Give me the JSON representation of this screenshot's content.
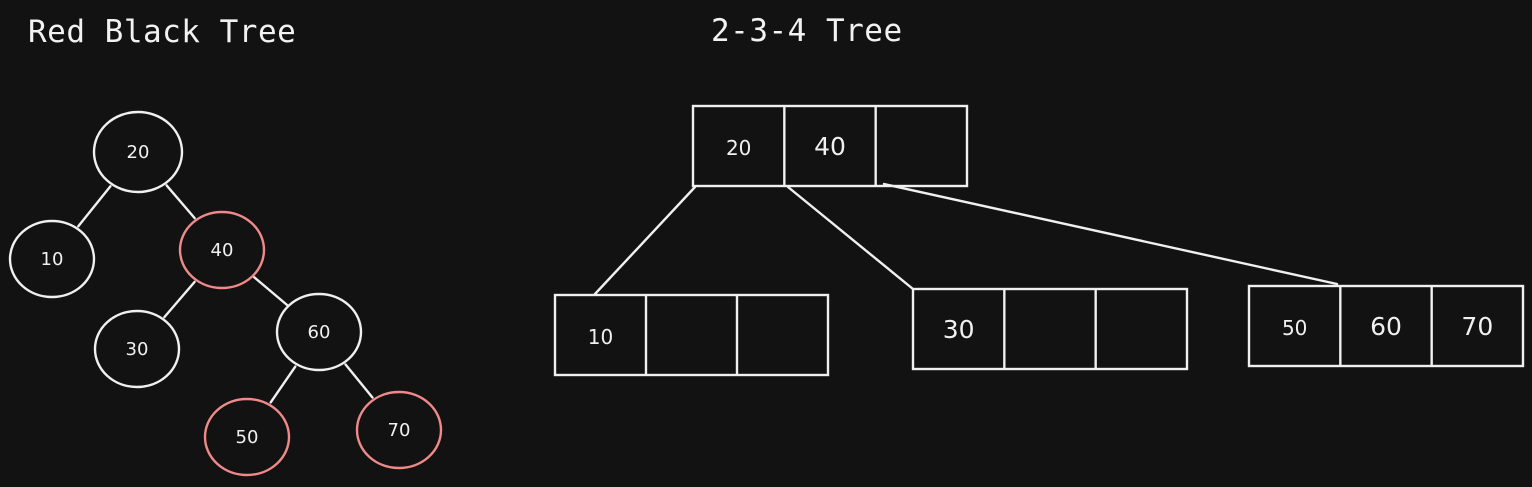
{
  "titles": {
    "red_black": "Red Black Tree",
    "two_three_four": "2-3-4 Tree"
  },
  "colors": {
    "background": "#121212",
    "stroke": "#f0f0f0",
    "red_node": "#f08a8a"
  },
  "red_black_tree": {
    "nodes": [
      {
        "id": "n20",
        "label": "20",
        "color": "black"
      },
      {
        "id": "n10",
        "label": "10",
        "color": "black"
      },
      {
        "id": "n40",
        "label": "40",
        "color": "red"
      },
      {
        "id": "n30",
        "label": "30",
        "color": "black"
      },
      {
        "id": "n60",
        "label": "60",
        "color": "black"
      },
      {
        "id": "n50",
        "label": "50",
        "color": "red"
      },
      {
        "id": "n70",
        "label": "70",
        "color": "red"
      }
    ],
    "edges": [
      [
        "n20",
        "n10"
      ],
      [
        "n20",
        "n40"
      ],
      [
        "n40",
        "n30"
      ],
      [
        "n40",
        "n60"
      ],
      [
        "n60",
        "n50"
      ],
      [
        "n60",
        "n70"
      ]
    ]
  },
  "two_three_four_tree": {
    "nodes": [
      {
        "id": "root",
        "slots": [
          "20",
          "40",
          ""
        ]
      },
      {
        "id": "left",
        "slots": [
          "10",
          "",
          ""
        ]
      },
      {
        "id": "middle",
        "slots": [
          "30",
          "",
          ""
        ]
      },
      {
        "id": "right",
        "slots": [
          "50",
          "60",
          "70"
        ]
      }
    ],
    "edges": [
      [
        "root",
        "left"
      ],
      [
        "root",
        "middle"
      ],
      [
        "root",
        "right"
      ]
    ]
  }
}
